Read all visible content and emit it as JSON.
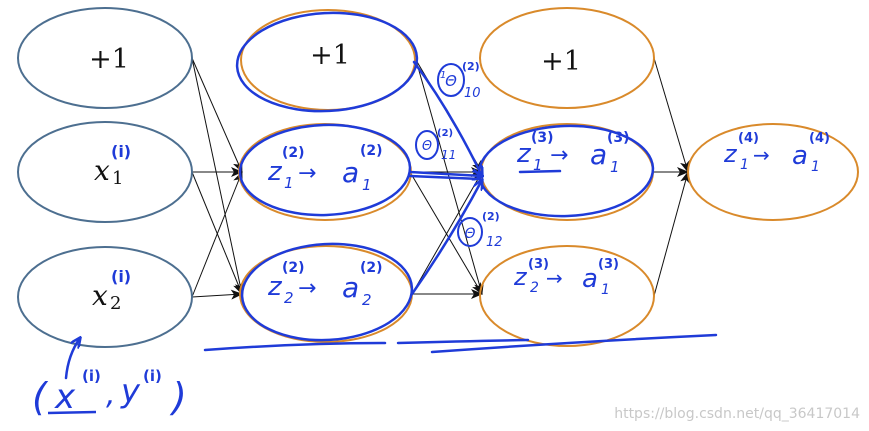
{
  "watermark": "https://blog.csdn.net/qq_36417014",
  "colors": {
    "input_node": "#4d6f90",
    "hidden_node": "#d98a2b",
    "ink": "#1f3bd8",
    "edge": "#111111"
  },
  "layer1": {
    "bias": "+1",
    "x1_base": "x",
    "x1_sub": "1",
    "x1_sup": "(i)",
    "x2_base": "x",
    "x2_sub": "2",
    "x2_sup": "(i)"
  },
  "layer2": {
    "bias": "+1",
    "n1": {
      "z": "z",
      "z_sub": "1",
      "z_sup": "(2)",
      "arrow": "→",
      "a": "a",
      "a_sub": "1",
      "a_sup": "(2)"
    },
    "n2": {
      "z": "z",
      "z_sub": "2",
      "z_sup": "(2)",
      "arrow": "→",
      "a": "a",
      "a_sub": "2",
      "a_sup": "(2)"
    }
  },
  "layer3": {
    "bias": "+1",
    "n1": {
      "z": "z",
      "z_sub": "1",
      "z_sup": "(3)",
      "arrow": "→",
      "a": "a",
      "a_sub": "1",
      "a_sup": "(3)"
    },
    "n2": {
      "z": "z",
      "z_sub": "2",
      "z_sup": "(3)",
      "arrow": "→",
      "a": "a",
      "a_sub": "1",
      "a_sup": "(3)"
    }
  },
  "layer4": {
    "n1": {
      "z": "z",
      "z_sub": "1",
      "z_sup": "(4)",
      "arrow": "→",
      "a": "a",
      "a_sub": "1",
      "a_sup": "(4)"
    }
  },
  "weights": {
    "w10": {
      "theta": "Θ",
      "sub_left": "1",
      "sub_right": "10",
      "sup": "(2)"
    },
    "w11": {
      "theta": "Θ",
      "sub_left": "",
      "sub_right": "11",
      "sup": "(2)"
    },
    "w12": {
      "theta": "Θ",
      "sub_left": "",
      "sub_right": "12",
      "sup": "(2)"
    }
  },
  "sample": {
    "open": "(",
    "x": "x",
    "x_sup": "(i)",
    "comma": ",",
    "y": "y",
    "y_sup": "(i)",
    "close": ")"
  }
}
